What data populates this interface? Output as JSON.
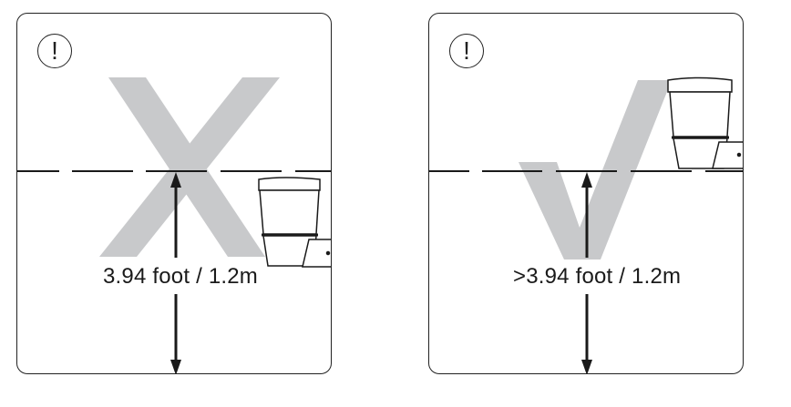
{
  "panels": [
    {
      "id": "incorrect",
      "verdict": "incorrect",
      "verdict_icon": "cross-mark-icon",
      "warning_icon": "!",
      "measurement_label": "3.94 foot / 1.2m",
      "description": "Toilet placed below the 1.2m height line"
    },
    {
      "id": "correct",
      "verdict": "correct",
      "verdict_icon": "check-mark-icon",
      "warning_icon": "!",
      "measurement_label": ">3.94 foot / 1.2m",
      "description": "Toilet placed above the 1.2m height line"
    }
  ],
  "colors": {
    "line": "#1a1a1a",
    "verdict_mark": "#c8c9cb",
    "background": "#ffffff"
  }
}
